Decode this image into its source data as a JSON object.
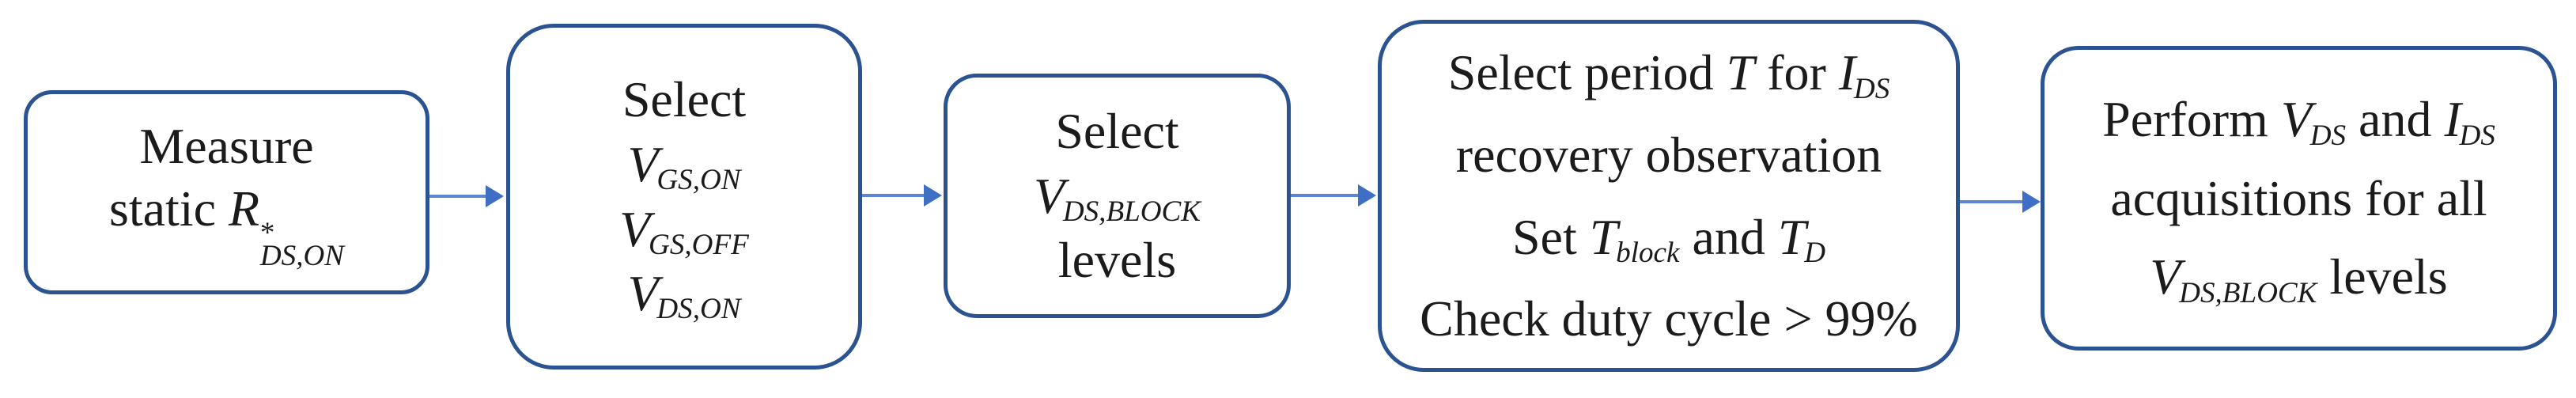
{
  "figure": {
    "type": "flowchart",
    "description": "Measurement procedure flow: five rounded process boxes connected left-to-right by arrows",
    "colors": {
      "box_border": "#2b5291",
      "arrow_shaft": "#5b86d2",
      "arrow_head": "#3f6fc4",
      "text": "#1b1b1b",
      "background": "#ffffff"
    },
    "boxes": [
      {
        "id": "measure-static-rdson",
        "plain_text": "Measure static R*DS,ON",
        "lines": [
          [
            {
              "t": "Measure"
            }
          ],
          [
            {
              "t": "static "
            },
            {
              "t": "R",
              "v": true,
              "sup": "*",
              "sub": "DS,ON"
            }
          ]
        ]
      },
      {
        "id": "select-gate-drain-voltages",
        "plain_text": "Select VGS,ON VGS,OFF VDS,ON",
        "lines": [
          [
            {
              "t": "Select"
            }
          ],
          [
            {
              "t": "V",
              "v": true,
              "sub": "GS,ON"
            }
          ],
          [
            {
              "t": "V",
              "v": true,
              "sub": "GS,OFF"
            }
          ],
          [
            {
              "t": "V",
              "v": true,
              "sub": "DS,ON"
            }
          ]
        ]
      },
      {
        "id": "select-vds-block-levels",
        "plain_text": "Select VDS,BLOCK levels",
        "lines": [
          [
            {
              "t": "Select"
            }
          ],
          [
            {
              "t": "V",
              "v": true,
              "sub": "DS,BLOCK"
            }
          ],
          [
            {
              "t": "levels"
            }
          ]
        ]
      },
      {
        "id": "select-period-set-times-check-duty",
        "plain_text": "Select period T for IDS recovery observation; Set Tblock and TD; Check duty cycle > 99%",
        "lines": [
          [
            {
              "t": "Select period "
            },
            {
              "t": "T",
              "v": true
            },
            {
              "t": " for "
            },
            {
              "t": "I",
              "v": true,
              "sub": "DS"
            }
          ],
          [
            {
              "t": "recovery observation"
            }
          ],
          [
            {
              "t": "Set "
            },
            {
              "t": "T",
              "v": true,
              "sub": "block"
            },
            {
              "t": " and "
            },
            {
              "t": "T",
              "v": true,
              "sub": "D"
            }
          ],
          [
            {
              "t": "Check duty cycle > 99%"
            }
          ]
        ]
      },
      {
        "id": "perform-acquisitions",
        "plain_text": "Perform VDS and IDS acquisitions for all VDS,BLOCK levels",
        "lines": [
          [
            {
              "t": "Perform "
            },
            {
              "t": "V",
              "v": true,
              "sub": "DS"
            },
            {
              "t": " and "
            },
            {
              "t": "I",
              "v": true,
              "sub": "DS"
            }
          ],
          [
            {
              "t": "acquisitions for all"
            }
          ],
          [
            {
              "t": "V",
              "v": true,
              "sub": "DS,BLOCK"
            },
            {
              "t": " levels"
            }
          ]
        ]
      }
    ]
  }
}
